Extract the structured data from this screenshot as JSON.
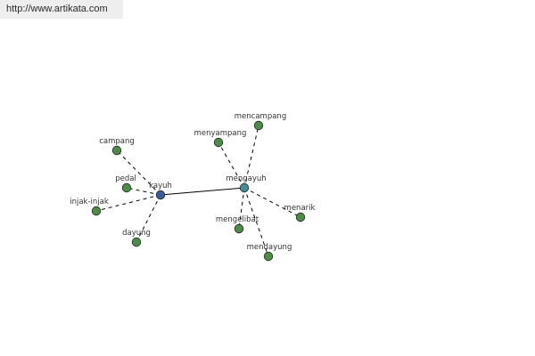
{
  "header": {
    "url": "http://www.artikata.com"
  },
  "colors": {
    "hub_primary": "#3d5a99",
    "hub_secondary": "#4a8a94",
    "leaf": "#4f8a4a",
    "node_stroke": "#1e2e1e",
    "edge": "#000000",
    "label": "#333333"
  },
  "graph": {
    "nodes": [
      {
        "id": "kayuh",
        "label": "kayuh",
        "kind": "hub_primary"
      },
      {
        "id": "mengayuh",
        "label": "mengayuh",
        "kind": "hub_secondary"
      },
      {
        "id": "campang",
        "label": "campang",
        "kind": "leaf"
      },
      {
        "id": "pedal",
        "label": "pedal",
        "kind": "leaf"
      },
      {
        "id": "injak-injak",
        "label": "injak-injak",
        "kind": "leaf"
      },
      {
        "id": "dayung",
        "label": "dayung",
        "kind": "leaf"
      },
      {
        "id": "mencampang",
        "label": "mencampang",
        "kind": "leaf"
      },
      {
        "id": "menyampang",
        "label": "menyampang",
        "kind": "leaf"
      },
      {
        "id": "menarik",
        "label": "menarik",
        "kind": "leaf"
      },
      {
        "id": "mengelibat",
        "label": "mengelibat",
        "kind": "leaf"
      },
      {
        "id": "mendayung",
        "label": "mendayung",
        "kind": "leaf"
      }
    ],
    "edges": [
      {
        "from": "kayuh",
        "to": "mengayuh",
        "style": "solid"
      },
      {
        "from": "kayuh",
        "to": "campang",
        "style": "dashed"
      },
      {
        "from": "kayuh",
        "to": "pedal",
        "style": "dashed"
      },
      {
        "from": "kayuh",
        "to": "injak-injak",
        "style": "dashed"
      },
      {
        "from": "kayuh",
        "to": "dayung",
        "style": "dashed"
      },
      {
        "from": "mengayuh",
        "to": "mencampang",
        "style": "dashed"
      },
      {
        "from": "mengayuh",
        "to": "menyampang",
        "style": "dashed"
      },
      {
        "from": "mengayuh",
        "to": "menarik",
        "style": "dashed"
      },
      {
        "from": "mengayuh",
        "to": "mengelibat",
        "style": "dashed"
      },
      {
        "from": "mengayuh",
        "to": "mendayung",
        "style": "dashed"
      }
    ]
  }
}
